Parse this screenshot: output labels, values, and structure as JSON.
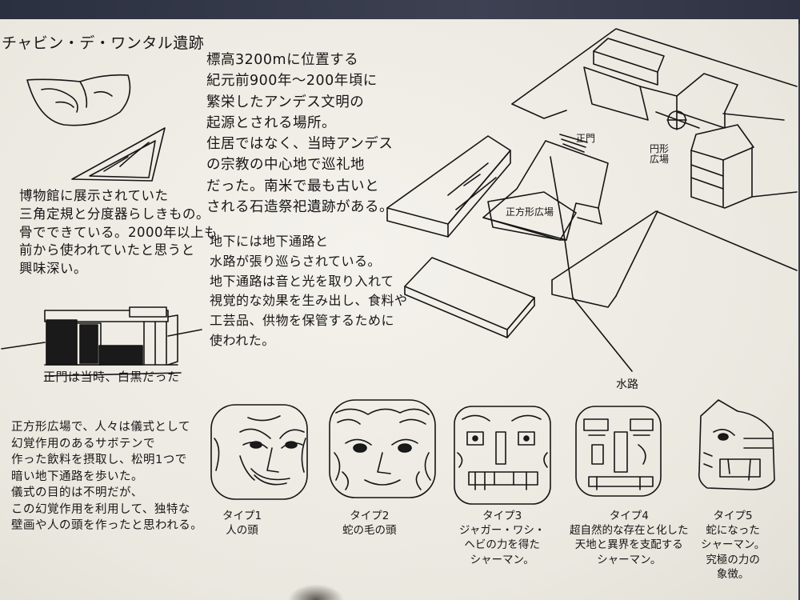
{
  "page": {
    "title": "チャビン・デ・ワンタル遺跡",
    "intro_lines": "標高3200mに位置する\n紀元前900年〜200年頃に\n繁栄したアンデス文明の\n起源とされる場所。\n住居ではなく、当時アンデス\nの宗教の中心地で巡礼地\nだった。南米で最も古いと\nされる石造祭祀遺跡がある。",
    "museum_note": "博物館に展示されていた\n三角定規と分度器らしきもの。\n骨でできている。2000年以上も\n前から使われていたと思うと\n興味深い。",
    "underground_note": "地下には地下通路と\n水路が張り巡らされている。\n地下通路は音と光を取り入れて\n視覚的な効果を生み出し、食料や\n工芸品、供物を保管するために\n使われた。",
    "ritual_note": "正方形広場で、人々は儀式として\n幻覚作用のあるサボテンで\n作った飲料を摂取し、松明1つで\n暗い地下通路を歩いた。\n儀式の目的は不明だが、\nこの幻覚作用を利用して、独特な\n壁画や人の頭を作ったと思われる。",
    "gate_caption": "正門は当時、白黒だった",
    "map_labels": {
      "gate": "正門",
      "square_plaza": "正方形広場",
      "circular_plaza": "円形\n広場",
      "waterway": "水路"
    },
    "heads": [
      {
        "caption": "タイプ1\n人の頭"
      },
      {
        "caption": "タイプ2\n蛇の毛の頭"
      },
      {
        "caption": "タイプ3\nジャガー・ワシ・\nヘビの力を得た\nシャーマン。"
      },
      {
        "caption": "タイプ4\n超自然的な存在と化した\n天地と異界を支配する\nシャーマン。"
      },
      {
        "caption": "タイプ5\n蛇になった\nシャーマン。\n究極の力の\n象徴。"
      }
    ]
  }
}
